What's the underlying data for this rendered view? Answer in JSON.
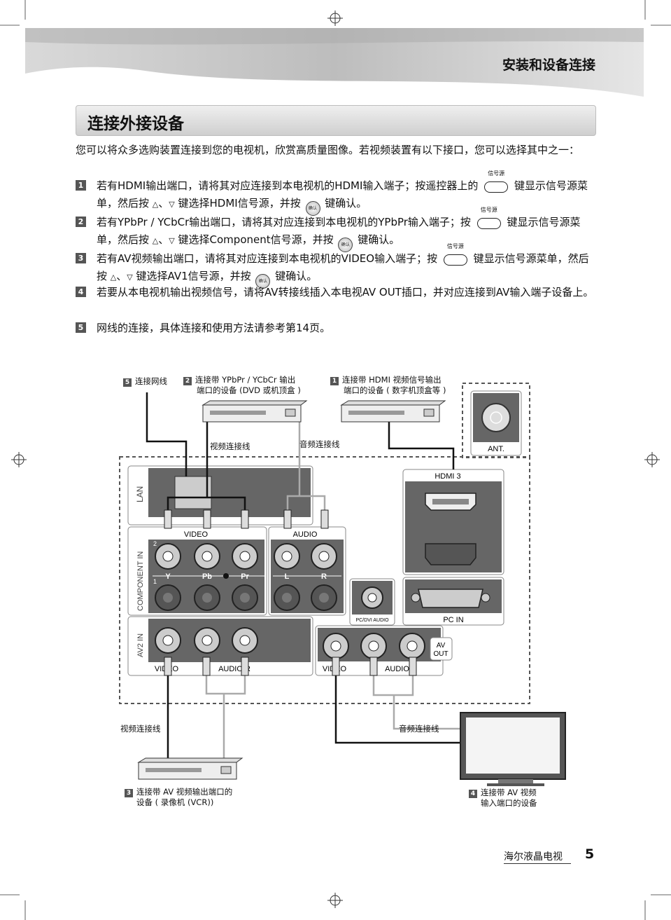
{
  "chapter_title": "安装和设备连接",
  "section_title": "连接外接设备",
  "intro": "您可以将众多选购装置连接到您的电视机，欣赏高质量图像。若视频装置有以下接口，您可以选择其中之一：",
  "buttons": {
    "source_label": "信号源",
    "ok_label": "确认"
  },
  "steps": [
    {
      "num": "1",
      "a": "若有HDMI输出端口，请将其对应连接到本电视机的HDMI输入端子；按遥控器上的",
      "b": "键显示信号源菜单，然后按",
      "c": "键选择HDMI信号源，并按",
      "d": "键确认。"
    },
    {
      "num": "2",
      "a": "若有YPbPr / YCbCr输出端口，请将其对应连接到本电视机的YPbPr输入端子；按",
      "b": "键显示信号源菜单，然后按",
      "c": "键选择Component信号源，并按",
      "d": "键确认。"
    },
    {
      "num": "3",
      "a": "若有AV视频输出端口，请将其对应连接到本电视机的VIDEO输入端子；按",
      "b": "键显示信号源菜单，然后按",
      "c": "键选择AV1信号源，并按",
      "d": "键确认。"
    },
    {
      "num": "4",
      "a": "若要从本电视机输出视频信号，请将AV转接线插入本电视AV OUT插口，并对应连接到AV输入端子设备上。"
    },
    {
      "num": "5",
      "a": "网线的连接，具体连接和使用方法请参考第14页。"
    }
  ],
  "diagram": {
    "callout_5": {
      "num": "5",
      "text": "连接网线"
    },
    "callout_2": {
      "num": "2",
      "line1": "连接带 YPbPr / YCbCr 输出",
      "line2": "端口的设备 (DVD 或机顶盒 )"
    },
    "callout_1": {
      "num": "1",
      "line1": "连接带 HDMI 视频信号输出",
      "line2": "端口的设备 ( 数字机顶盒等 )"
    },
    "callout_3": {
      "num": "3",
      "line1": "连接带 AV 视频输出端口的",
      "line2": "设备 ( 录像机 (VCR))"
    },
    "callout_4": {
      "num": "4",
      "line1": "连接带 AV 视频",
      "line2": "输入端口的设备"
    },
    "video_cable_top": "视频连接线",
    "audio_cable_top": "音频连接线",
    "video_cable_bottom": "视频连接线",
    "audio_cable_bottom": "音频连接线",
    "ant": "ANT.",
    "hdmi": "HDMI 3",
    "lan": "LAN",
    "component_in": "COMPONENT IN",
    "video": "VIDEO",
    "audio": "AUDIO",
    "y": "Y",
    "pb": "Pb",
    "pr": "Pr",
    "l": "L",
    "r": "R",
    "pc_dvi_audio": "PC/DVI AUDIO",
    "pc_in": "PC IN",
    "av2_in": "AV2 IN",
    "av_out": [
      "AV",
      "OUT"
    ],
    "video2": "VIDEO",
    "audio_lr": "AUDIO R",
    "video3": "VIDEO",
    "audio_lr2": "AUDIO R",
    "mark_2": "2",
    "mark_1": "1"
  },
  "footer": {
    "brand": "海尔液晶电视",
    "page": "5"
  }
}
